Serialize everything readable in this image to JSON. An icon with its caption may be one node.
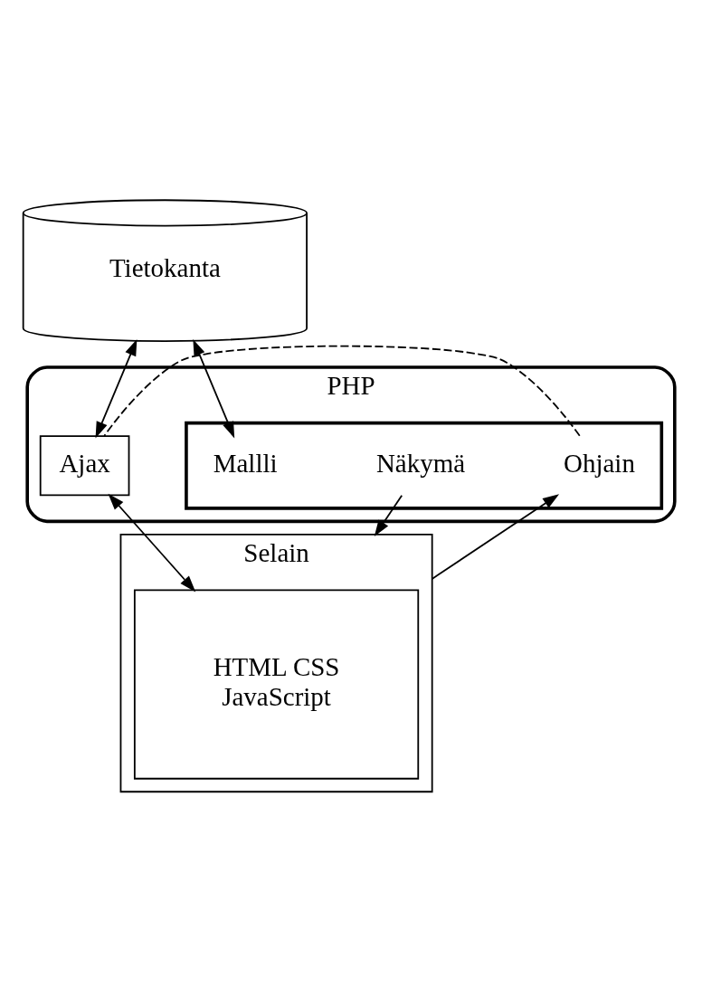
{
  "diagram": {
    "nodes": [
      {
        "text": [
          "Tietokanta"
        ]
      },
      {
        "text": [
          "PHP"
        ]
      },
      {
        "text": [],
        "shape": "box",
        "in": 1
      },
      {
        "text": [
          "Mallli"
        ],
        "in": 2
      },
      {
        "text": [
          "Näkymä"
        ],
        "in": 2
      },
      {
        "text": [
          "Ohjain"
        ],
        "in": 2
      },
      {
        "text": [
          "Ajax"
        ],
        "in": 1
      },
      {
        "text": [
          "Selain"
        ]
      },
      {
        "text": [
          "HTML CSS",
          "JavaScript"
        ],
        "in": 7
      }
    ],
    "edges": [
      {
        "from": 0,
        "to": 3,
        "arrow": "both"
      },
      {
        "from": 0,
        "to": 6,
        "arrow": "both"
      },
      {
        "from": 4,
        "to": 7,
        "arrow": "to"
      },
      {
        "from": 7,
        "to": 5,
        "arrow": "to"
      },
      {
        "from": 5,
        "to": 6,
        "arrow": "none",
        "style": "dashed"
      },
      {
        "from": 6,
        "to": 8,
        "arrow": "both"
      }
    ]
  }
}
